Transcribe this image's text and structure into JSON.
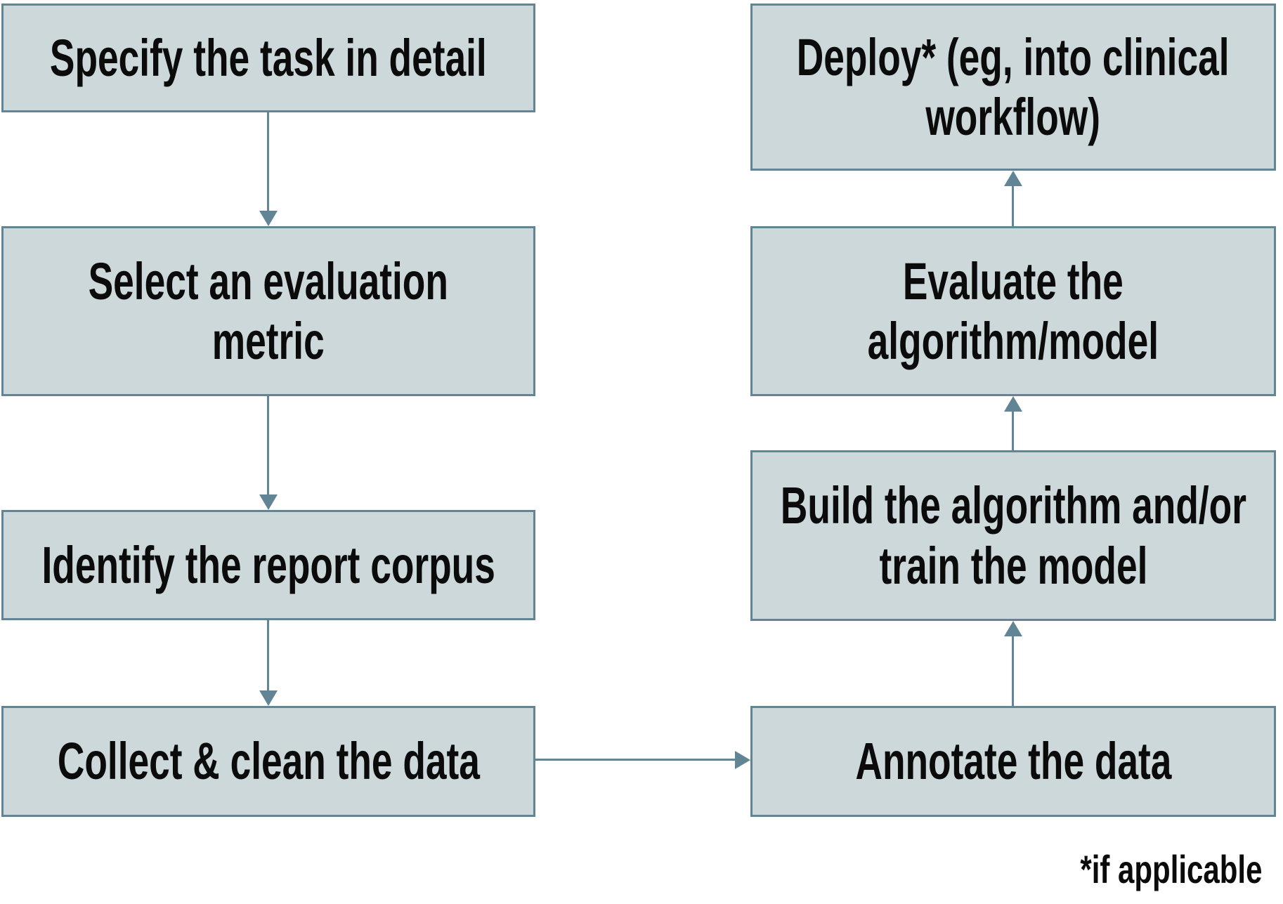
{
  "diagram": {
    "background": "#ffffff",
    "colors": {
      "box_fill": "#cdd8db",
      "box_border": "#618595",
      "arrow": "#618595",
      "text": "#0b0b0b"
    },
    "left_steps": [
      {
        "id": "specify-task",
        "lines": [
          "Specify the task in detail"
        ]
      },
      {
        "id": "select-metric",
        "lines": [
          "Select an evaluation",
          "metric"
        ]
      },
      {
        "id": "identify-corpus",
        "lines": [
          "Identify the report corpus"
        ]
      },
      {
        "id": "collect-clean",
        "lines": [
          "Collect & clean the data"
        ]
      }
    ],
    "right_steps": [
      {
        "id": "annotate",
        "lines": [
          "Annotate the data"
        ]
      },
      {
        "id": "build-train",
        "lines": [
          "Build the algorithm and/or",
          "train the model"
        ]
      },
      {
        "id": "evaluate",
        "lines": [
          "Evaluate the",
          "algorithm/model"
        ]
      },
      {
        "id": "deploy",
        "lines": [
          "Deploy* (eg, into clinical",
          "workflow)"
        ]
      }
    ],
    "edges": [
      {
        "from": "specify-task",
        "to": "select-metric",
        "direction": "down"
      },
      {
        "from": "select-metric",
        "to": "identify-corpus",
        "direction": "down"
      },
      {
        "from": "identify-corpus",
        "to": "collect-clean",
        "direction": "down"
      },
      {
        "from": "collect-clean",
        "to": "annotate",
        "direction": "right"
      },
      {
        "from": "annotate",
        "to": "build-train",
        "direction": "up"
      },
      {
        "from": "build-train",
        "to": "evaluate",
        "direction": "up"
      },
      {
        "from": "evaluate",
        "to": "deploy",
        "direction": "up"
      }
    ],
    "footnote": "*if applicable"
  }
}
